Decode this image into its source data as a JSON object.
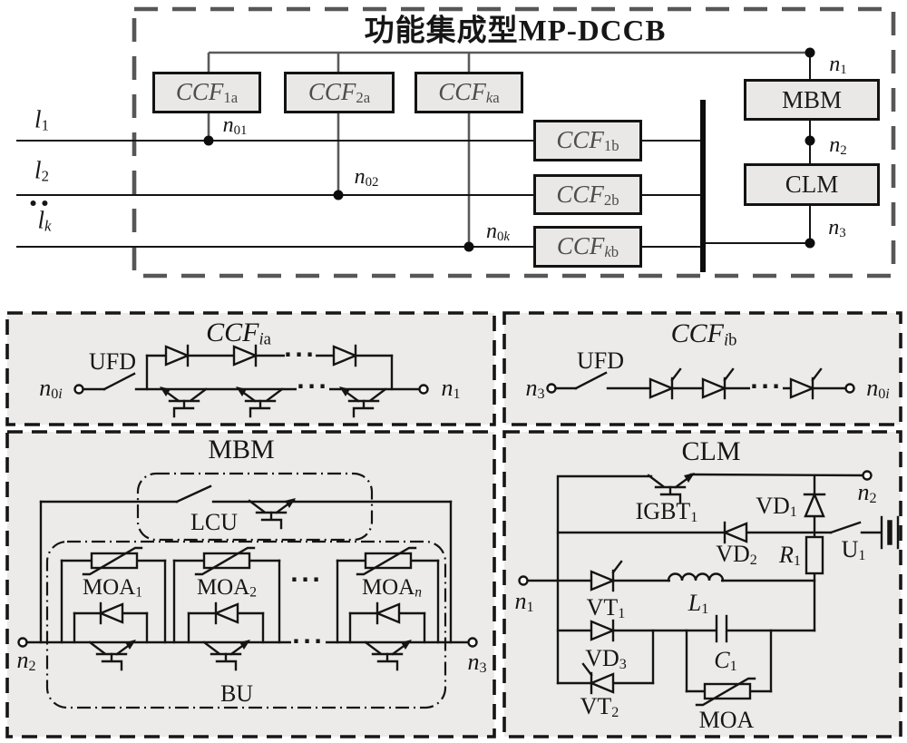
{
  "top": {
    "title": [
      {
        "t": "功能集成型MP-DCCB"
      }
    ],
    "lines": {
      "l1": [
        {
          "t": "l",
          "i": 1
        },
        {
          "t": "1",
          "s": 1
        }
      ],
      "l2": [
        {
          "t": "l",
          "i": 1
        },
        {
          "t": "2",
          "s": 1
        }
      ],
      "lk": [
        {
          "t": "l",
          "i": 1
        },
        {
          "t": "k",
          "s": 1,
          "i": 1
        }
      ],
      "more_dots": "••"
    },
    "blocks": {
      "ccf1a": [
        {
          "t": "CCF",
          "i": 1
        },
        {
          "t": "1a",
          "s": 1
        }
      ],
      "ccf2a": [
        {
          "t": "CCF",
          "i": 1
        },
        {
          "t": "2a",
          "s": 1
        }
      ],
      "ccfka": [
        {
          "t": "CCF",
          "i": 1
        },
        {
          "t": "k",
          "s": 1,
          "i": 1
        },
        {
          "t": "a",
          "s": 1
        }
      ],
      "ccf1b": [
        {
          "t": "CCF",
          "i": 1
        },
        {
          "t": "1b",
          "s": 1
        }
      ],
      "ccf2b": [
        {
          "t": "CCF",
          "i": 1
        },
        {
          "t": "2b",
          "s": 1
        }
      ],
      "ccfkb": [
        {
          "t": "CCF",
          "i": 1
        },
        {
          "t": "k",
          "s": 1,
          "i": 1
        },
        {
          "t": "b",
          "s": 1
        }
      ],
      "mbm": [
        {
          "t": "MBM"
        }
      ],
      "clm": [
        {
          "t": "CLM"
        }
      ]
    },
    "nodes": {
      "n01": [
        {
          "t": "n",
          "i": 1
        },
        {
          "t": "01",
          "s": 1
        }
      ],
      "n02": [
        {
          "t": "n",
          "i": 1
        },
        {
          "t": "02",
          "s": 1
        }
      ],
      "n0k": [
        {
          "t": "n",
          "i": 1
        },
        {
          "t": "0",
          "s": 1
        },
        {
          "t": "k",
          "s": 1,
          "i": 1
        }
      ],
      "n1": [
        {
          "t": "n",
          "i": 1
        },
        {
          "t": "1",
          "s": 1
        }
      ],
      "n2": [
        {
          "t": "n",
          "i": 1
        },
        {
          "t": "2",
          "s": 1
        }
      ],
      "n3": [
        {
          "t": "n",
          "i": 1
        },
        {
          "t": "3",
          "s": 1
        }
      ]
    }
  },
  "ccfia": {
    "title": [
      {
        "t": "CCF",
        "i": 1
      },
      {
        "t": "i",
        "s": 1,
        "i": 1
      },
      {
        "t": "a",
        "s": 1
      }
    ],
    "ufd": [
      {
        "t": "UFD"
      }
    ],
    "n0i": [
      {
        "t": "n",
        "i": 1
      },
      {
        "t": "0",
        "s": 1
      },
      {
        "t": "i",
        "s": 1,
        "i": 1
      }
    ],
    "n1": [
      {
        "t": "n",
        "i": 1
      },
      {
        "t": "1",
        "s": 1
      }
    ],
    "dots_top": "···",
    "dots_bottom": "···"
  },
  "ccfib": {
    "title": [
      {
        "t": "CCF",
        "i": 1
      },
      {
        "t": "i",
        "s": 1,
        "i": 1
      },
      {
        "t": "b",
        "s": 1
      }
    ],
    "ufd": [
      {
        "t": "UFD"
      }
    ],
    "n3": [
      {
        "t": "n",
        "i": 1
      },
      {
        "t": "3",
        "s": 1
      }
    ],
    "n0i": [
      {
        "t": "n",
        "i": 1
      },
      {
        "t": "0",
        "s": 1
      },
      {
        "t": "i",
        "s": 1,
        "i": 1
      }
    ],
    "dots": "···"
  },
  "mbm": {
    "title": [
      {
        "t": "MBM"
      }
    ],
    "lcu": [
      {
        "t": "LCU"
      }
    ],
    "bu": [
      {
        "t": "BU"
      }
    ],
    "moa1": [
      {
        "t": "MOA"
      },
      {
        "t": "1",
        "s": 1
      }
    ],
    "moa2": [
      {
        "t": "MOA"
      },
      {
        "t": "2",
        "s": 1
      }
    ],
    "moan": [
      {
        "t": "MOA"
      },
      {
        "t": "n",
        "s": 1,
        "i": 1
      }
    ],
    "n2": [
      {
        "t": "n",
        "i": 1
      },
      {
        "t": "2",
        "s": 1
      }
    ],
    "n3": [
      {
        "t": "n",
        "i": 1
      },
      {
        "t": "3",
        "s": 1
      }
    ],
    "dots_mid": "···",
    "dots_wire": "···"
  },
  "clm": {
    "title": [
      {
        "t": "CLM"
      }
    ],
    "igbt1": [
      {
        "t": "IGBT"
      },
      {
        "t": "1",
        "s": 1
      }
    ],
    "vd1": [
      {
        "t": "VD"
      },
      {
        "t": "1",
        "s": 1
      }
    ],
    "vd2": [
      {
        "t": "VD"
      },
      {
        "t": "2",
        "s": 1
      }
    ],
    "vd3": [
      {
        "t": "VD"
      },
      {
        "t": "3",
        "s": 1
      }
    ],
    "vt1": [
      {
        "t": "VT"
      },
      {
        "t": "1",
        "s": 1
      }
    ],
    "vt2": [
      {
        "t": "VT"
      },
      {
        "t": "2",
        "s": 1
      }
    ],
    "r1": [
      {
        "t": "R",
        "i": 1
      },
      {
        "t": "1",
        "s": 1
      }
    ],
    "l1": [
      {
        "t": "L",
        "i": 1
      },
      {
        "t": "1",
        "s": 1
      }
    ],
    "c1": [
      {
        "t": "C",
        "i": 1
      },
      {
        "t": "1",
        "s": 1
      }
    ],
    "u1": [
      {
        "t": "U"
      },
      {
        "t": "1",
        "s": 1
      }
    ],
    "moa": [
      {
        "t": "MOA"
      }
    ],
    "n1": [
      {
        "t": "n",
        "i": 1
      },
      {
        "t": "1",
        "s": 1
      }
    ],
    "n2": [
      {
        "t": "n",
        "i": 1
      },
      {
        "t": "2",
        "s": 1
      }
    ]
  },
  "colors": {
    "wire": "#141414",
    "bus_wire": "#5a5a5a",
    "panel_bg": "#ecebe9",
    "block_bg": "#e9e8e6",
    "block_text": "#4d4d4d",
    "dashed_outline": "#575757"
  }
}
